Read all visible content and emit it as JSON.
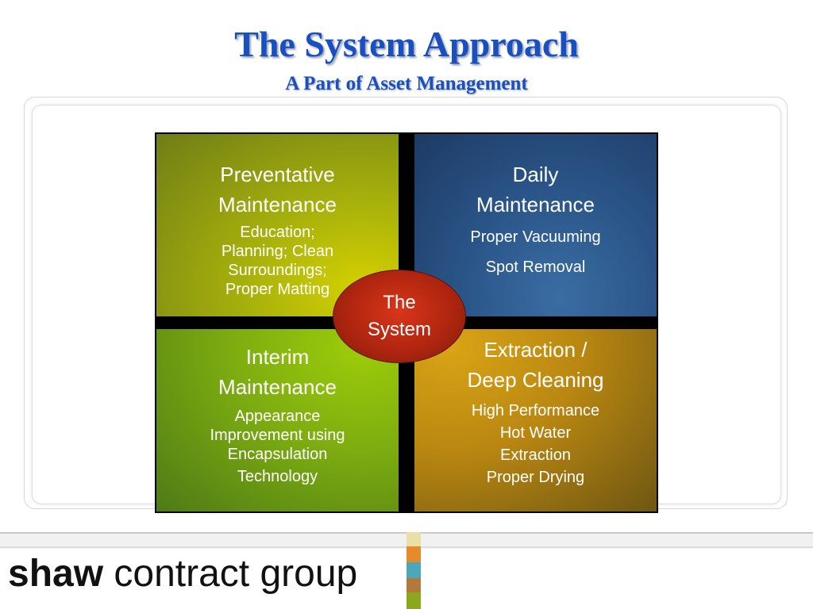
{
  "title": "The System Approach",
  "subtitle": "A Part of Asset Management",
  "quadrants": {
    "top_left": {
      "heading": [
        "Preventative",
        "Maintenance"
      ],
      "body": [
        "Education;",
        "Planning; Clean",
        "Surroundings;",
        "Proper Matting"
      ]
    },
    "top_right": {
      "heading": [
        "Daily",
        "Maintenance"
      ],
      "body": [
        "Proper Vacuuming",
        "Spot Removal"
      ]
    },
    "bottom_left": {
      "heading": [
        "Interim",
        "Maintenance"
      ],
      "body": [
        "Appearance",
        "Improvement using",
        "Encapsulation",
        "Technology"
      ]
    },
    "bottom_right": {
      "heading": [
        "Extraction /",
        "Deep Cleaning"
      ],
      "body": [
        "High Performance",
        "Hot Water",
        "Extraction",
        "Proper Drying"
      ]
    }
  },
  "center": [
    "The",
    "System"
  ],
  "logo": {
    "bold": "shaw",
    "rest": " contract group"
  },
  "colors": {
    "title": "#1a4fc0",
    "swatches": [
      "#e8e0a6",
      "#e88a2a",
      "#4aa8b8",
      "#b27a3a",
      "#8aa81a"
    ]
  }
}
